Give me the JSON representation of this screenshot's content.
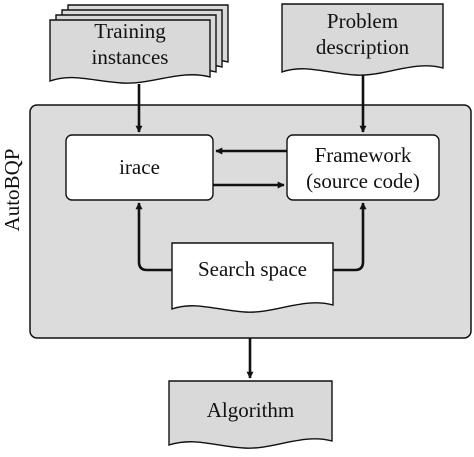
{
  "inputs": {
    "training": {
      "line1": "Training",
      "line2": "instances"
    },
    "problem": {
      "line1": "Problem",
      "line2": "description"
    }
  },
  "container": {
    "label": "AutoBQP"
  },
  "nodes": {
    "irace": "irace",
    "framework": {
      "line1": "Framework",
      "line2": "(source code)"
    },
    "search_space": "Search space"
  },
  "output": {
    "label": "Algorithm"
  },
  "colors": {
    "doc_fill": "#d9d9d9",
    "container_fill": "#dcdcdc",
    "box_fill": "#ffffff",
    "stroke": "#111111"
  }
}
